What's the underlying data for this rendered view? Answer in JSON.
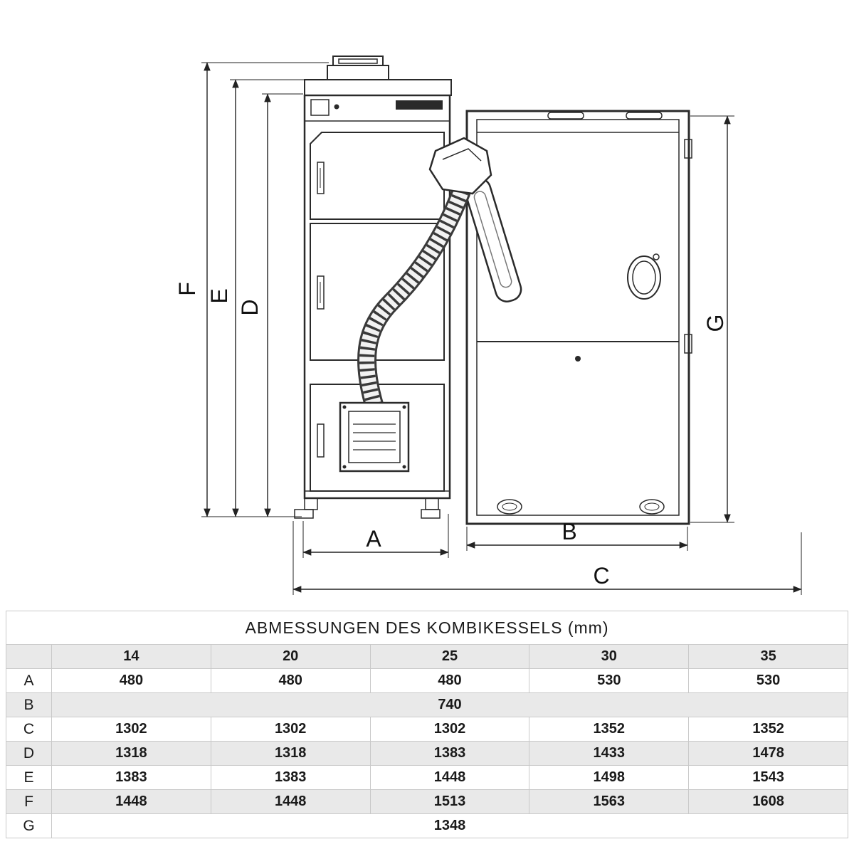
{
  "diagram": {
    "dims": {
      "A": "A",
      "B": "B",
      "C": "C",
      "D": "D",
      "E": "E",
      "F": "F",
      "G": "G"
    },
    "colors": {
      "line": "#2a2a2a",
      "table_border": "#c9c9c9",
      "row_shade": "#e9e9e9"
    }
  },
  "table": {
    "title": "ABMESSUNGEN DES KOMBIKESSELS (mm)",
    "columns": [
      "14",
      "20",
      "25",
      "30",
      "35"
    ],
    "rows": [
      {
        "label": "A",
        "values": [
          "480",
          "480",
          "480",
          "530",
          "530"
        ]
      },
      {
        "label": "B",
        "values": [
          "740"
        ],
        "span": 5
      },
      {
        "label": "C",
        "values": [
          "1302",
          "1302",
          "1302",
          "1352",
          "1352"
        ]
      },
      {
        "label": "D",
        "values": [
          "1318",
          "1318",
          "1383",
          "1433",
          "1478"
        ]
      },
      {
        "label": "E",
        "values": [
          "1383",
          "1383",
          "1448",
          "1498",
          "1543"
        ]
      },
      {
        "label": "F",
        "values": [
          "1448",
          "1448",
          "1513",
          "1563",
          "1608"
        ]
      },
      {
        "label": "G",
        "values": [
          "1348"
        ],
        "span": 5
      }
    ]
  }
}
